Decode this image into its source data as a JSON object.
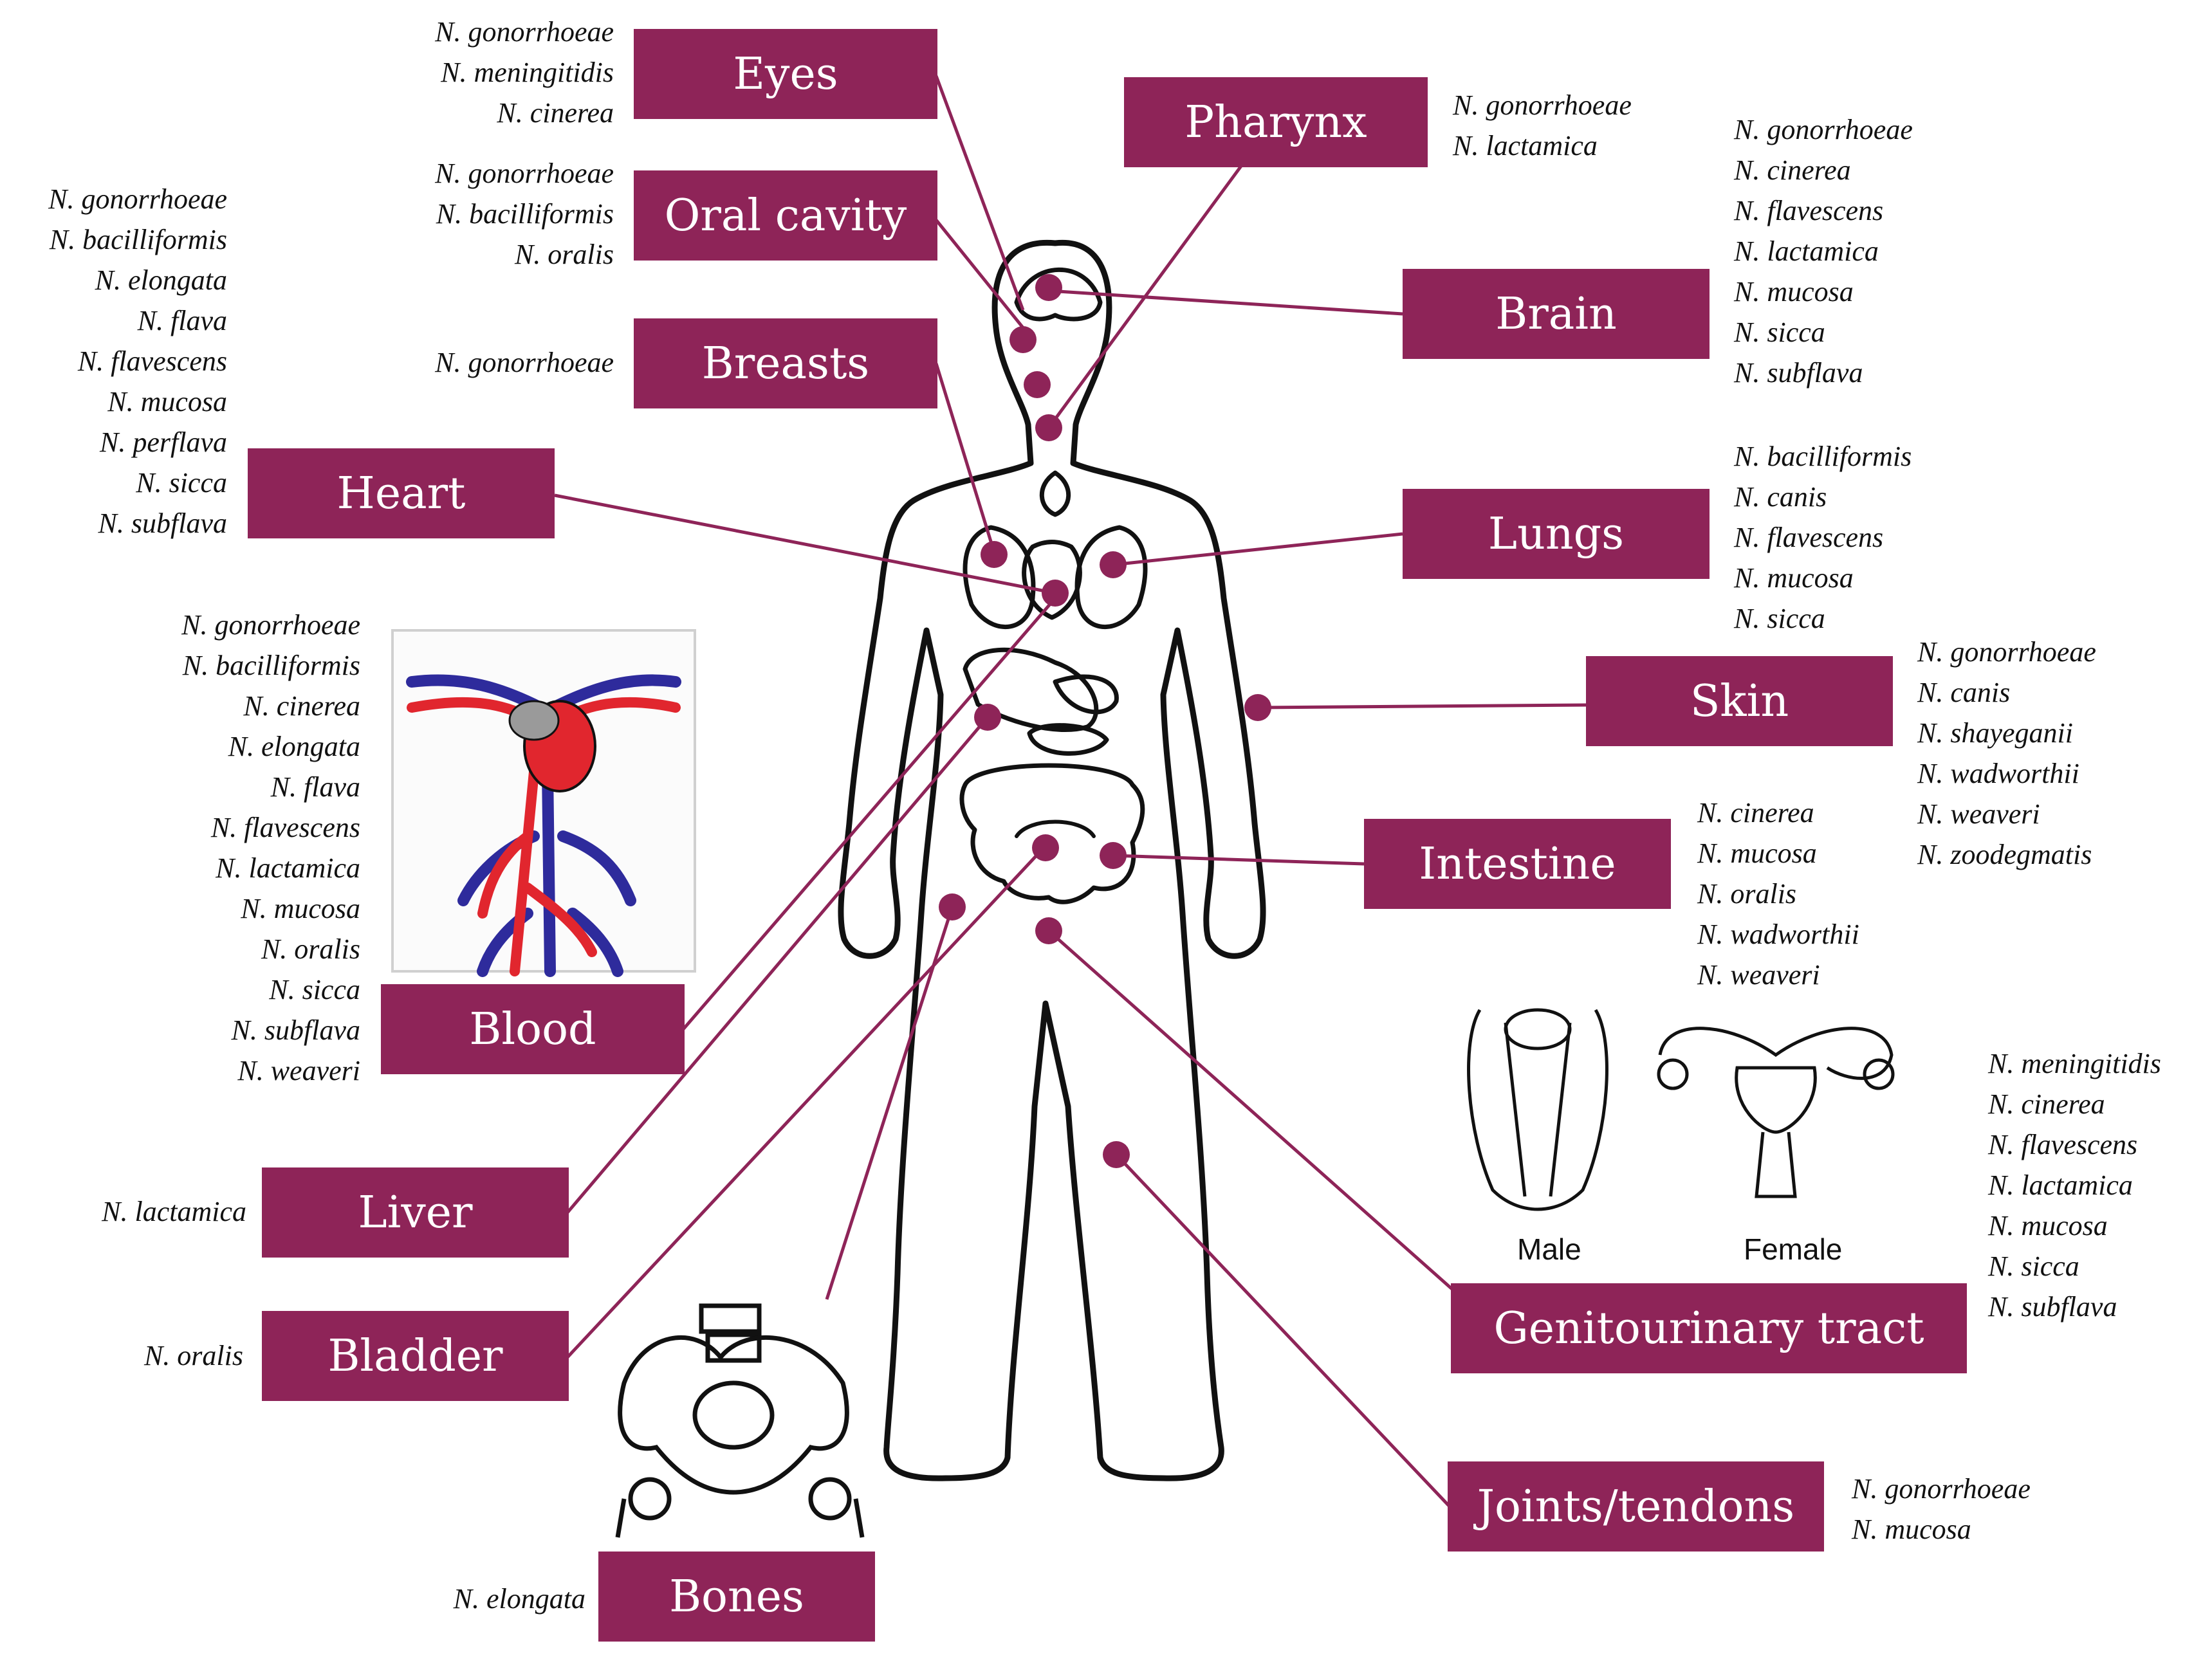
{
  "colors": {
    "accent": "#8e2458",
    "artery": "#e1262e",
    "vein": "#2e2b9c",
    "outline": "#111111"
  },
  "sites": {
    "eyes": {
      "label": "Eyes",
      "species": [
        "N. gonorrhoeae",
        "N. meningitidis",
        "N. cinerea"
      ]
    },
    "oral_cavity": {
      "label": "Oral cavity",
      "species": [
        "N. gonorrhoeae",
        "N. bacilliformis",
        "N. oralis"
      ]
    },
    "breasts": {
      "label": "Breasts",
      "species": [
        "N. gonorrhoeae"
      ]
    },
    "heart": {
      "label": "Heart",
      "species": [
        "N. gonorrhoeae",
        "N. bacilliformis",
        "N. elongata",
        "N. flava",
        "N. flavescens",
        "N. mucosa",
        "N. perflava",
        "N. sicca",
        "N. subflava"
      ]
    },
    "blood": {
      "label": "Blood",
      "species": [
        "N. gonorrhoeae",
        "N. bacilliformis",
        "N. cinerea",
        "N. elongata",
        "N. flava",
        "N. flavescens",
        "N. lactamica",
        "N. mucosa",
        "N. oralis",
        "N. sicca",
        "N. subflava",
        "N. weaveri"
      ]
    },
    "liver": {
      "label": "Liver",
      "species": [
        "N. lactamica"
      ]
    },
    "bladder": {
      "label": "Bladder",
      "species": [
        "N. oralis"
      ]
    },
    "bones": {
      "label": "Bones",
      "species": [
        "N. elongata"
      ]
    },
    "pharynx": {
      "label": "Pharynx",
      "species": [
        "N. gonorrhoeae",
        "N. lactamica"
      ]
    },
    "brain": {
      "label": "Brain",
      "species": [
        "N. gonorrhoeae",
        "N. cinerea",
        "N. flavescens",
        "N. lactamica",
        "N. mucosa",
        "N. sicca",
        "N. subflava"
      ]
    },
    "lungs": {
      "label": "Lungs",
      "species": [
        "N. bacilliformis",
        "N. canis",
        "N. flavescens",
        "N. mucosa",
        "N. sicca"
      ]
    },
    "skin": {
      "label": "Skin",
      "species": [
        "N. gonorrhoeae",
        "N. canis",
        "N. shayeganii",
        "N. wadworthii",
        "N. weaveri",
        "N. zoodegmatis"
      ]
    },
    "intestine": {
      "label": "Intestine",
      "species": [
        "N. cinerea",
        "N. mucosa",
        "N. oralis",
        "N. wadworthii",
        "N. weaveri"
      ]
    },
    "genitourinary": {
      "label": "Genitourinary tract",
      "species": [
        "N. meningitidis",
        "N. cinerea",
        "N. flavescens",
        "N. lactamica",
        "N. mucosa",
        "N. sicca",
        "N. subflava"
      ]
    },
    "joints": {
      "label": "Joints/tendons",
      "species": [
        "N. gonorrhoeae",
        "N. mucosa"
      ]
    }
  },
  "reproductive_labels": {
    "male": "Male",
    "female": "Female"
  }
}
